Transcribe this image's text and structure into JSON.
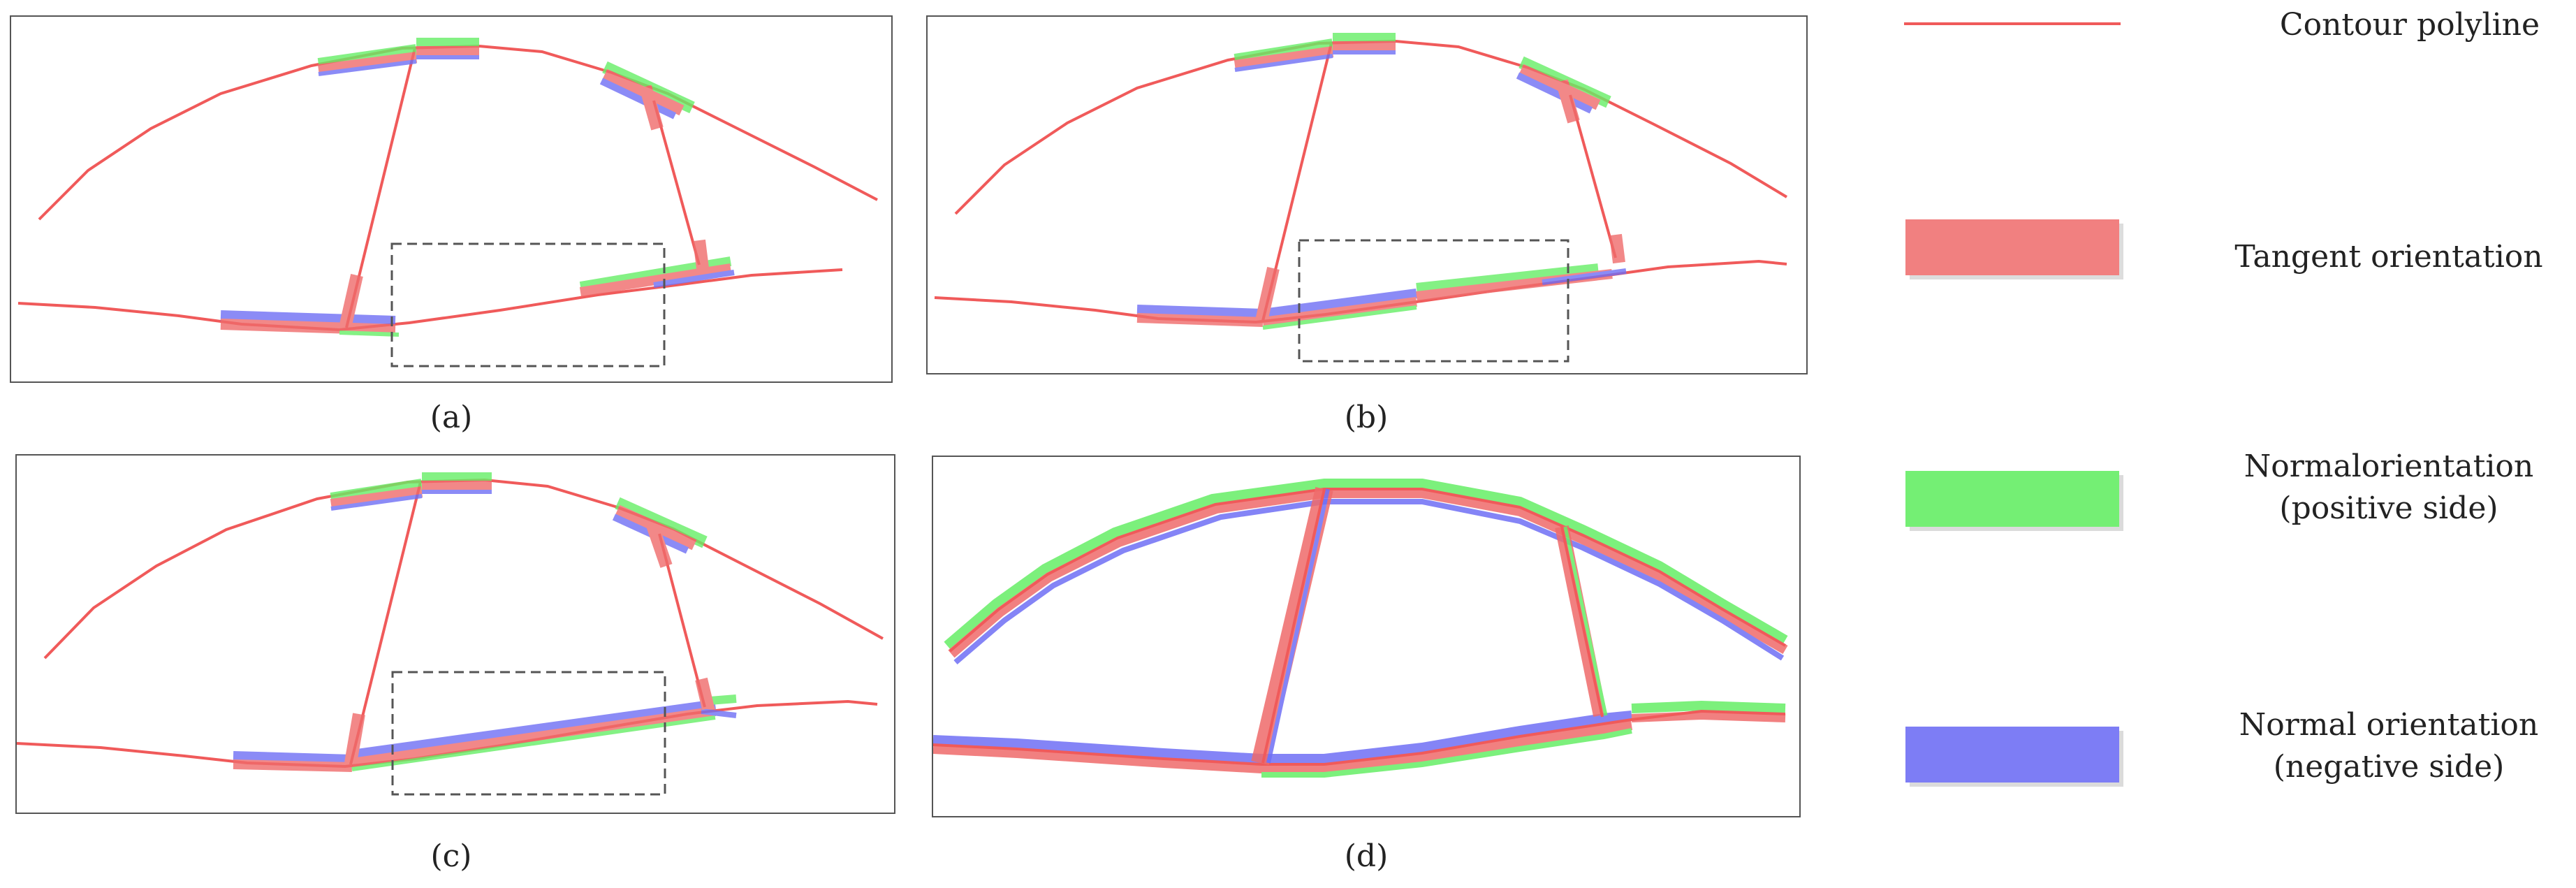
{
  "panels": [
    {
      "id": "a",
      "caption": "(a)"
    },
    {
      "id": "b",
      "caption": "(b)"
    },
    {
      "id": "c",
      "caption": "(c)"
    },
    {
      "id": "d",
      "caption": "(d)"
    }
  ],
  "legend": [
    {
      "key": "contour",
      "label": "Contour polyline",
      "color": "#f05a5a"
    },
    {
      "key": "tangent",
      "label": "Tangent orientation",
      "color": "#ff6b6b"
    },
    {
      "key": "normal_pos",
      "label_line1": "Normalorientation",
      "label_line2": "(positive side)",
      "color": "#66ee66"
    },
    {
      "key": "normal_neg",
      "label_line1": "Normal orientation",
      "label_line2": "(negative side)",
      "color": "#6f6ff5"
    }
  ],
  "colors": {
    "contour": "#f05a5a",
    "tangent": "#ef6b6b",
    "normal_pos": "#66ee66",
    "normal_neg": "#6f6ff5",
    "frame": "#555555",
    "dash_box": "#555555"
  }
}
